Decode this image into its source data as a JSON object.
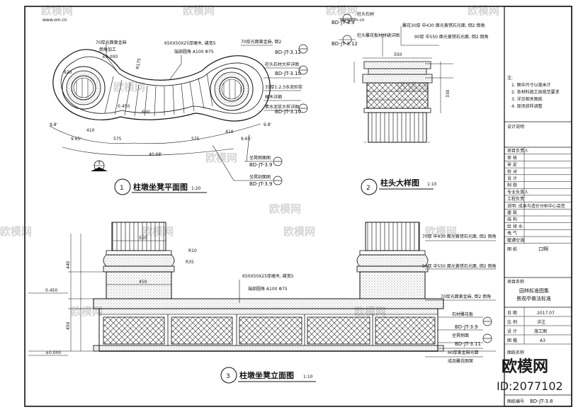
{
  "watermark": {
    "text": "欧模网",
    "url": "www.om.cn"
  },
  "logo": {
    "text": "欧模网",
    "id": "ID:2077102"
  },
  "plan": {
    "title": "柱墩坐凳平面图",
    "num": "1",
    "scale": "1:20",
    "labels": {
      "top_left_1": "70厚光面黄金麻",
      "top_left_2": "倒角加工",
      "elev_0": "±0.000",
      "r175": "R175",
      "mid_1": "650X50X25厚硬木, 缝宽5",
      "mid_2": "端部圆角 A100 Φ75",
      "right_1": "70厚光面黄金麻, 倒2",
      "ref1": "BD-JT-3.12",
      "ref2": "BD-JT-3.10",
      "ref3": "BD-JT-3.10",
      "ref4": "BD-JT-3.9",
      "ref5": "BD-JT-3.9",
      "r_a": "柱头石材大样详图",
      "r_b": "35厚1:2.5水泥砂浆",
      "r_c": "硬木详细",
      "r_d": "素水泥浆大样详图",
      "r_e": "坐凳侧面图",
      "r_f": "坐凳剖面图",
      "d1": "9.8'",
      "d2": "9.65'",
      "d3": "9.65'",
      "d4": "9.8'",
      "d5": "410",
      "d6": "575",
      "d7": "575",
      "d8": "410",
      "total": "40.68'",
      "w450": "0.450",
      "w920": "920",
      "w660": "660",
      "sec_num": "3",
      "sec_sub": "-"
    }
  },
  "capital": {
    "title": "柱头大样图",
    "num": "2",
    "scale": "1:10",
    "labels": {
      "ref_top": "BD-JT-3.9",
      "ref_bot": "BD-JT-3.12",
      "n1": "柱头石材",
      "n2": "柱头雕花板材拼缝详图",
      "n3": "雕花30厚 中430 面光黄锈石光面, 倒2 倒角",
      "n4": "90厚 中550 面光黄锈石光面, 倒2 倒角",
      "d550": "550",
      "d330": "330"
    }
  },
  "elevation": {
    "title": "柱墩坐凳立面图",
    "num": "3",
    "scale": "1:10",
    "labels": {
      "d550": "550",
      "d450": "450",
      "r10": "R10",
      "r35": "R35",
      "h440": "440",
      "h450": "450",
      "e450": "0.450",
      "e000": "±0.000",
      "wood_1": "650X50X25厚硬木, 缝宽5",
      "wood_2": "端部圆角 A100 Φ75",
      "cap_1": "70厚 中430 面光黄锈石光面, 倒2 倒角",
      "cap_2": "90厚 中550 面光黄锈石光面, 倒2 倒角",
      "seat": "70厚光面黄金麻, 倒2 倒角",
      "ref1": "BD-JT-3.9",
      "ref2": "BD-JT-3.11",
      "r1": "石材雕花板",
      "r2": "坐凳侧面",
      "r3": "60厚黄金麻光面",
      "r4": "成品雕花图案"
    }
  },
  "title_block": {
    "notes_head": "注:",
    "notes": [
      "1. 图中尺寸以毫米计",
      "2. 各材料施工按规范要求",
      "3. 详见相关图纸",
      "4. 现场放样调整"
    ],
    "design": "设计说明",
    "rows": [
      "项目负责人",
      "审    核",
      "审    定",
      "校    对",
      "设    计",
      "制    图",
      "专业负责人",
      "工程负责",
      "说明: 成本与造价分析中心会签",
      "建    筑",
      "结    构",
      "给 排 水",
      "电    气",
      "暖通空调"
    ],
    "stamp_label": "图    纸",
    "stamp_value": "口啊",
    "project_head": "项目名称",
    "project_1": "园林标准图集",
    "project_2": "景观亭做法标准",
    "info": [
      {
        "k": "日    期",
        "v": "2017.07"
      },
      {
        "k": "比    例",
        "v": "详注"
      },
      {
        "k": "设    计",
        "v": "施工图"
      },
      {
        "k": "图    幅",
        "v": "A3"
      }
    ],
    "drawing_name_head": "图纸名称",
    "drawing_no_head": "图纸编号",
    "drawing_no": "BD-JT-3.8"
  }
}
